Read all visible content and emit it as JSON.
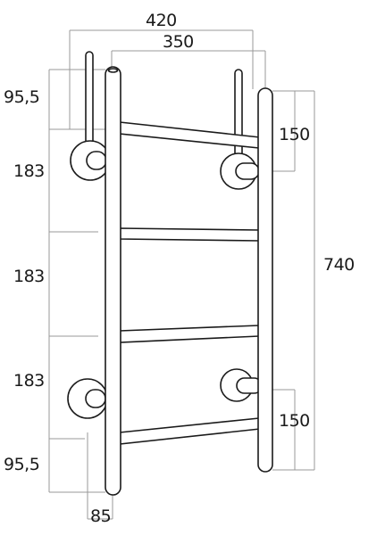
{
  "drawing": {
    "dimensions": {
      "overall_width": "420",
      "rail_spacing": "350",
      "height": "740",
      "bracket_spacing_top": "150",
      "bracket_spacing_bottom": "150",
      "top_offset": "95,5",
      "bottom_offset": "95,5",
      "rung_spacing_1": "183",
      "rung_spacing_2": "183",
      "rung_spacing_3": "183",
      "base_offset": "85"
    },
    "colors": {
      "line": "#1a1a1a",
      "dimension_line": "#999999",
      "background": "#ffffff"
    }
  }
}
